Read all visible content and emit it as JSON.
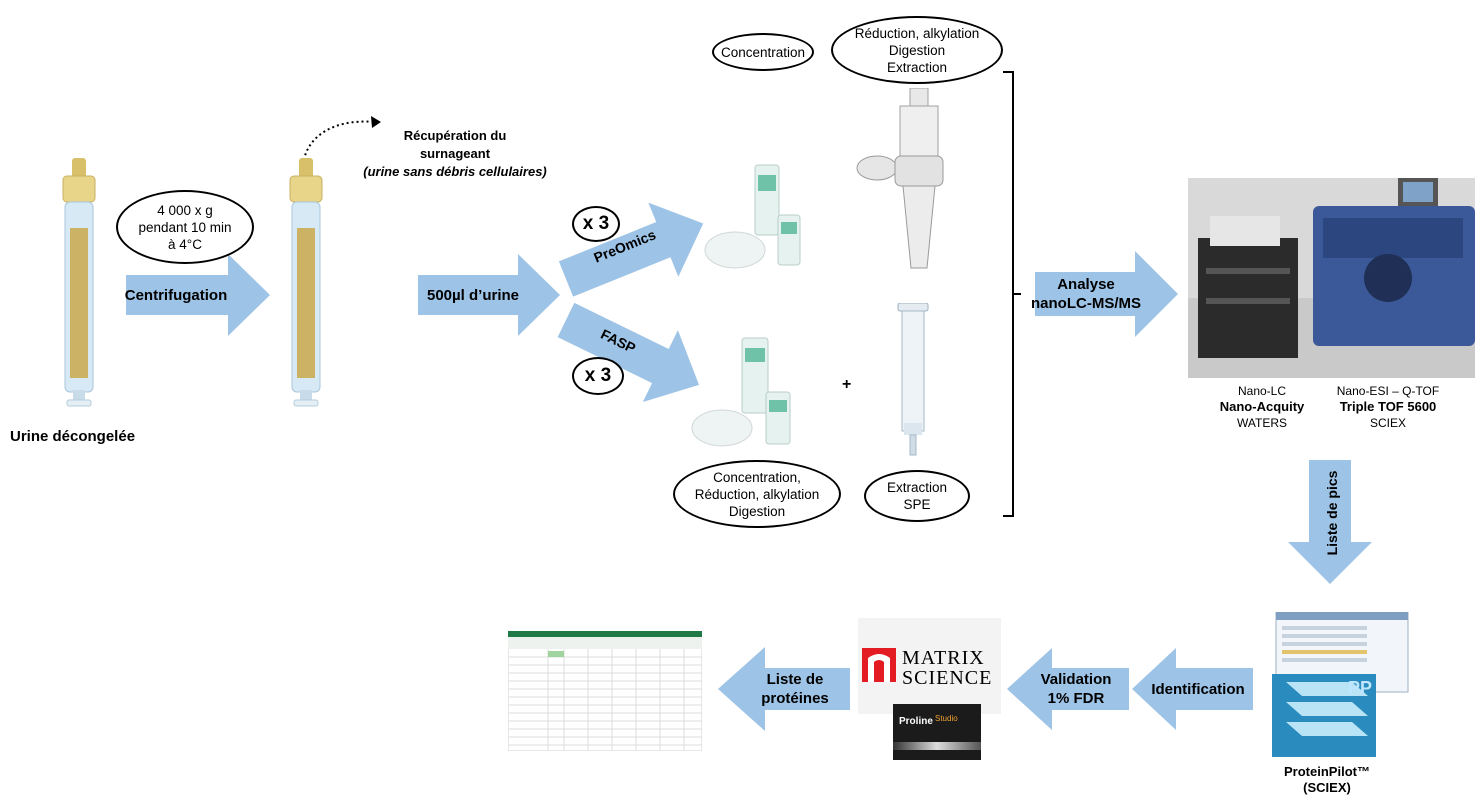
{
  "title_left": "Urine décongelée",
  "centrifuge": {
    "conditions": [
      "4 000 x g",
      "pendant 10 min",
      "à 4°C"
    ],
    "arrow_label": "Centrifugation"
  },
  "recovery": {
    "line1": "Récupération du",
    "line2": "surnageant",
    "line3": "(urine sans débris cellulaires)"
  },
  "urine_arrow": "500µl d’urine",
  "preomics": {
    "label": "PreOmics",
    "multiplier": "x 3"
  },
  "fasp": {
    "label": "FASP",
    "multiplier": "x 3"
  },
  "top_ellipses": {
    "concentration": "Concentration",
    "reduction": [
      "Réduction, alkylation",
      "Digestion",
      "Extraction"
    ]
  },
  "bottom_ellipses": {
    "fasp_steps": [
      "Concentration,",
      "Réduction, alkylation",
      "Digestion"
    ],
    "spe": [
      "Extraction",
      "SPE"
    ]
  },
  "plus": "+",
  "analyse_arrow": [
    "Analyse",
    "nanoLC-MS/MS"
  ],
  "instrument": {
    "left": [
      "Nano-LC",
      "Nano-Acquity",
      "WATERS"
    ],
    "right": [
      "Nano-ESI – Q-TOF",
      "Triple TOF 5600",
      "SCIEX"
    ]
  },
  "peaks_arrow": "Liste de pics",
  "proteinpilot": {
    "line1": "ProteinPilot™",
    "line2": "(SCIEX)",
    "pp": "PP"
  },
  "identification_arrow": "Identification",
  "validation_arrow": [
    "Validation",
    "1% FDR"
  ],
  "matrix_science": [
    "MATRIX",
    "SCIENCE"
  ],
  "proline": {
    "word1": "Proline",
    "word2": "Studio"
  },
  "proteins_arrow": [
    "Liste de",
    "protéines"
  ],
  "colors": {
    "arrow": "#9dc3e6",
    "tube_cap": "#e8d58a",
    "tube_body": "#d7e9f5",
    "paper": "#c9a84a"
  }
}
